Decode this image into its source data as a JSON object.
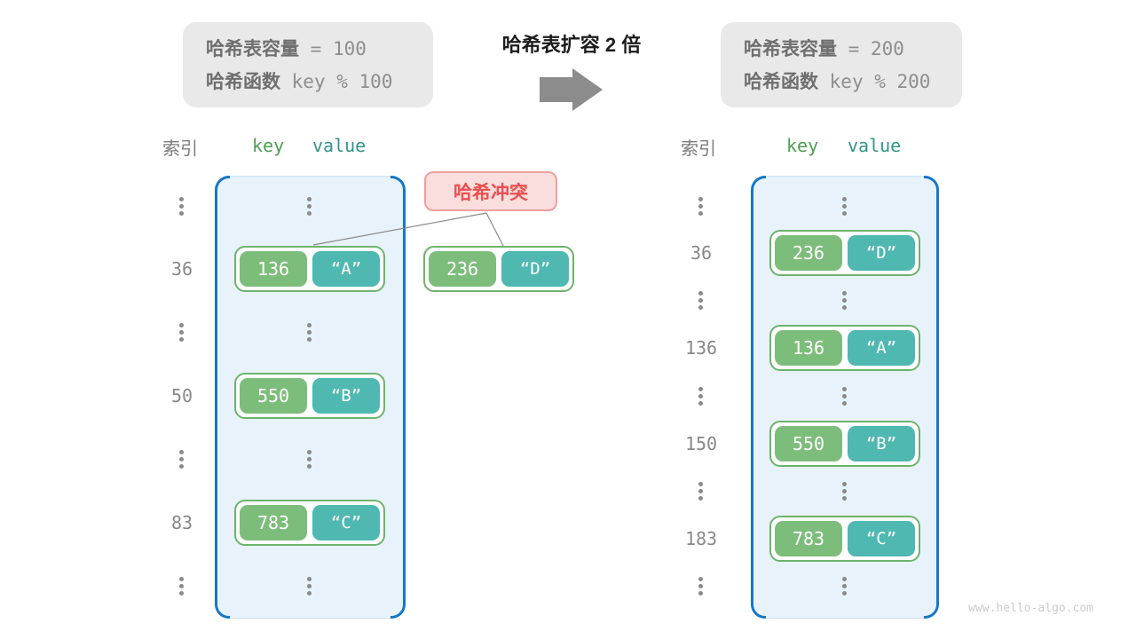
{
  "colors": {
    "key_box_green": "#7dbd7b",
    "value_box_teal": "#4fb8b1",
    "pair_border_green": "#6db36b",
    "table_fill_blue": "#e8f2fb",
    "table_bracket_blue": "#1777c4",
    "collision_bg_pink": "#fadede",
    "collision_border_pink": "#ef9f9f",
    "collision_text_red": "#e8504e",
    "info_box_bg_gray": "#e9e9e9",
    "arrow_gray": "#8c8c8c",
    "muted_gray": "#8a8a8a"
  },
  "left_panel": {
    "info": {
      "line1_label": "哈希表容量",
      "line1_value": "= 100",
      "line2_label": "哈希函数",
      "line2_value": "key % 100"
    },
    "headers": {
      "index": "索引",
      "key": "key",
      "value": "value"
    },
    "rows": [
      {
        "type": "ellipsis"
      },
      {
        "type": "pair",
        "index": "36",
        "key": "136",
        "value": "“A”"
      },
      {
        "type": "ellipsis"
      },
      {
        "type": "pair",
        "index": "50",
        "key": "550",
        "value": "“B”"
      },
      {
        "type": "ellipsis"
      },
      {
        "type": "pair",
        "index": "83",
        "key": "783",
        "value": "“C”"
      },
      {
        "type": "ellipsis"
      }
    ]
  },
  "transition": {
    "title": "哈希表扩容 2 倍"
  },
  "collision": {
    "label": "哈希冲突",
    "pair": {
      "key": "236",
      "value": "“D”"
    }
  },
  "right_panel": {
    "info": {
      "line1_label": "哈希表容量",
      "line1_value": "= 200",
      "line2_label": "哈希函数",
      "line2_value": "key % 200"
    },
    "headers": {
      "index": "索引",
      "key": "key",
      "value": "value"
    },
    "rows": [
      {
        "type": "ellipsis"
      },
      {
        "type": "pair",
        "index": "36",
        "key": "236",
        "value": "“D”"
      },
      {
        "type": "ellipsis"
      },
      {
        "type": "pair",
        "index": "136",
        "key": "136",
        "value": "“A”"
      },
      {
        "type": "ellipsis"
      },
      {
        "type": "pair",
        "index": "150",
        "key": "550",
        "value": "“B”"
      },
      {
        "type": "ellipsis"
      },
      {
        "type": "pair",
        "index": "183",
        "key": "783",
        "value": "“C”"
      },
      {
        "type": "ellipsis"
      }
    ]
  },
  "watermark": "www.hello-algo.com"
}
